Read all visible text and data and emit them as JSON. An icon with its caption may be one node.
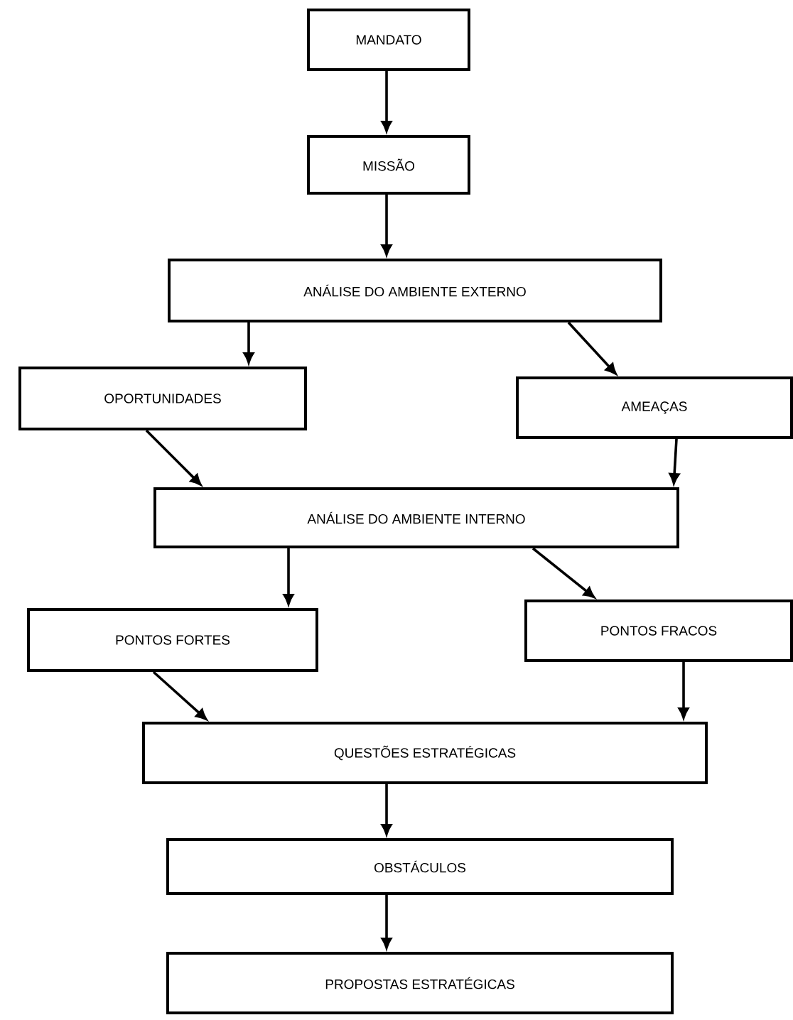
{
  "diagram": {
    "nodes": [
      {
        "text": [
          "MANDATO"
        ]
      },
      {
        "text": [
          "MISSÃO"
        ]
      },
      {
        "text": [
          "ANÁLISE DO AMBIENTE EXTERNO"
        ]
      },
      {
        "text": [
          "OPORTUNIDADES"
        ]
      },
      {
        "text": [
          "AMEAÇAS"
        ]
      },
      {
        "text": [
          "ANÁLISE DO AMBIENTE INTERNO"
        ]
      },
      {
        "text": [
          "PONTOS FORTES"
        ]
      },
      {
        "text": [
          "PONTOS FRACOS"
        ]
      },
      {
        "text": [
          "QUESTÕES ESTRATÉGICAS"
        ]
      },
      {
        "text": [
          "OBSTÁCULOS"
        ]
      },
      {
        "text": [
          "PROPOSTAS ESTRATÉGICAS"
        ]
      }
    ],
    "edges": [
      {
        "from": 0,
        "to": 1,
        "arrow": "to"
      },
      {
        "from": 1,
        "to": 2,
        "arrow": "to"
      },
      {
        "from": 2,
        "to": 3,
        "arrow": "to"
      },
      {
        "from": 2,
        "to": 4,
        "arrow": "to"
      },
      {
        "from": 3,
        "to": 5,
        "arrow": "to"
      },
      {
        "from": 4,
        "to": 5,
        "arrow": "to"
      },
      {
        "from": 5,
        "to": 6,
        "arrow": "to"
      },
      {
        "from": 5,
        "to": 7,
        "arrow": "to"
      },
      {
        "from": 6,
        "to": 8,
        "arrow": "to"
      },
      {
        "from": 7,
        "to": 8,
        "arrow": "to"
      },
      {
        "from": 8,
        "to": 9,
        "arrow": "to"
      },
      {
        "from": 9,
        "to": 10,
        "arrow": "to"
      }
    ]
  }
}
